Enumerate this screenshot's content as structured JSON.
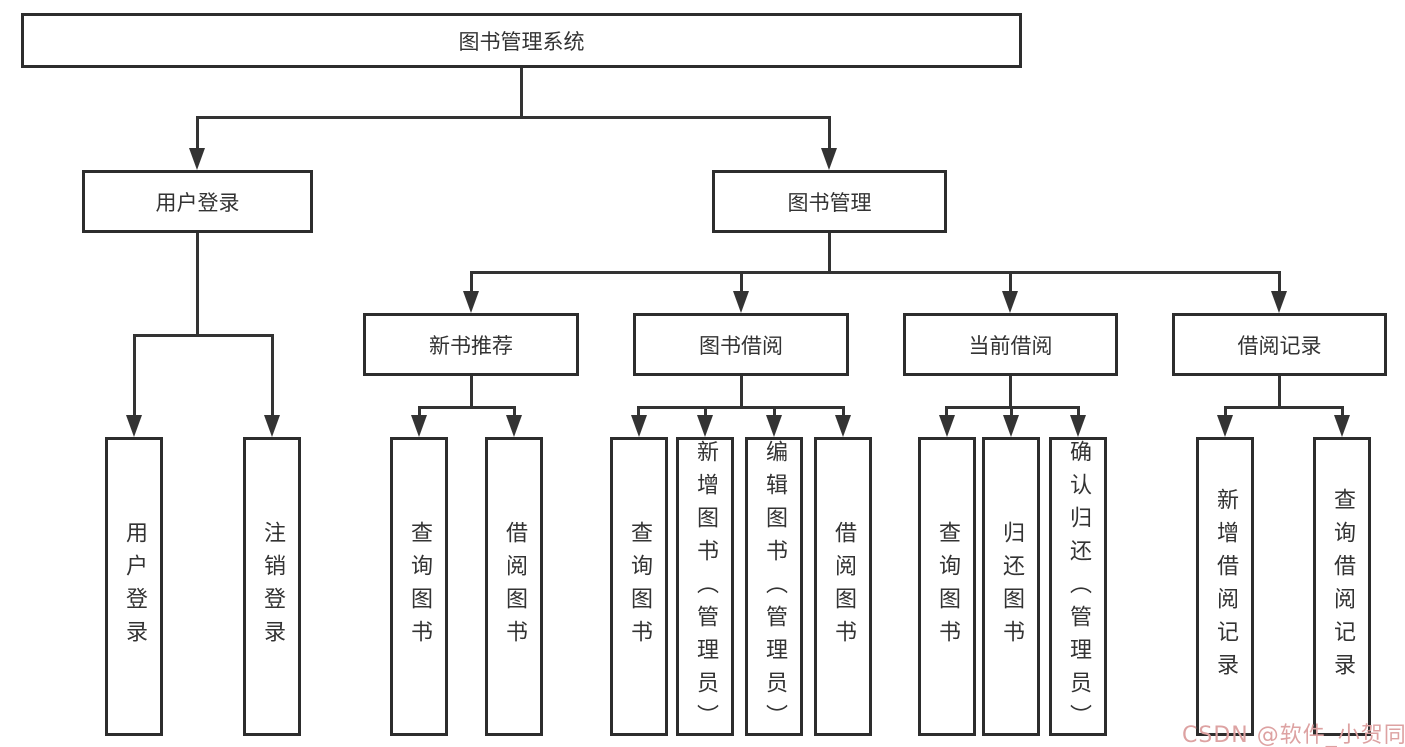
{
  "nodes": {
    "root": {
      "label": "图书管理系统"
    },
    "user_login": {
      "label": "用户登录"
    },
    "book_mgmt": {
      "label": "图书管理"
    },
    "new_book": {
      "label": "新书推荐"
    },
    "book_borrow": {
      "label": "图书借阅"
    },
    "current_borrow": {
      "label": "当前借阅"
    },
    "borrow_records": {
      "label": "借阅记录"
    }
  },
  "groups": {
    "user_login_children": [
      "用户登录",
      "注销登录"
    ],
    "new_book_children": [
      "查询图书",
      "借阅图书"
    ],
    "book_borrow_children": [
      "查询图书",
      "新增图书（管理员）",
      "编辑图书（管理员）",
      "借阅图书"
    ],
    "current_borrow_children": [
      "查询图书",
      "归还图书",
      "确认归还（管理员）"
    ],
    "borrow_records_children": [
      "新增借阅记录",
      "查询借阅记录"
    ]
  },
  "watermark": {
    "text": "CSDN @软件_小贺同学"
  },
  "colors": {
    "line": "#333333",
    "box_border": "#2d2d2d",
    "text": "#333333",
    "watermark": "#dda2a2",
    "background": "#ffffff"
  }
}
